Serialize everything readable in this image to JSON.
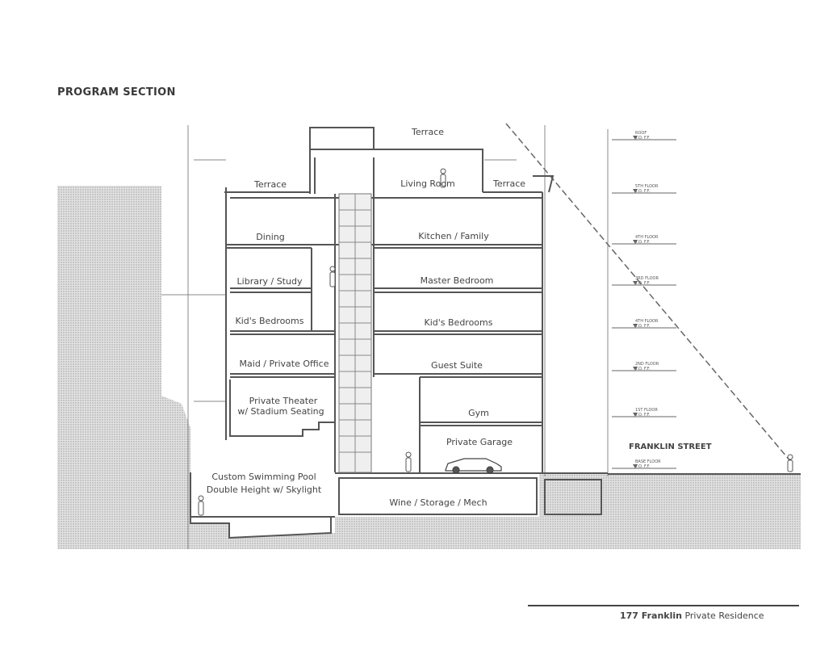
{
  "heading": "PROGRAM SECTION",
  "rooms": {
    "terrace_top": "Terrace",
    "terrace_left": "Terrace",
    "living_room": "Living Room",
    "terrace_right": "Terrace",
    "dining": "Dining",
    "kitchen_family": "Kitchen / Family",
    "library_study": "Library / Study",
    "master_bedroom": "Master Bedroom",
    "kids_bedrooms_left": "Kid's Bedrooms",
    "kids_bedrooms_right": "Kid's Bedrooms",
    "maid_private_office": "Maid / Private Office",
    "guest_suite": "Guest Suite",
    "private_theater_line1": "Private Theater",
    "private_theater_line2": "w/ Stadium Seating",
    "gym": "Gym",
    "private_garage": "Private Garage",
    "pool_line1": "Custom Swimming Pool",
    "pool_line2": "Double Height w/ Skylight",
    "wine_storage_mech": "Wine / Storage / Mech"
  },
  "street_label": "FRANKLIN STREET",
  "levels": [
    {
      "name": "ROOF",
      "elev": "T.O. F.F."
    },
    {
      "name": "5TH FLOOR",
      "elev": "T.O. F.F."
    },
    {
      "name": "4TH FLOOR",
      "elev": "T.O. F.F."
    },
    {
      "name": "3RD FLOOR",
      "elev": "T.O. F.F."
    },
    {
      "name": "4TH FLOOR",
      "elev": "T.O. F.F."
    },
    {
      "name": "2ND FLOOR",
      "elev": "T.O. F.F."
    },
    {
      "name": "1ST FLOOR",
      "elev": "T.O. F.F."
    },
    {
      "name": "BASE FLOOR",
      "elev": "T.O. F.F."
    }
  ],
  "footer": {
    "bold": "177 Franklin",
    "rest": "Private Residence"
  },
  "colors": {
    "ground": "#d4d4d4",
    "line": "#555555"
  }
}
